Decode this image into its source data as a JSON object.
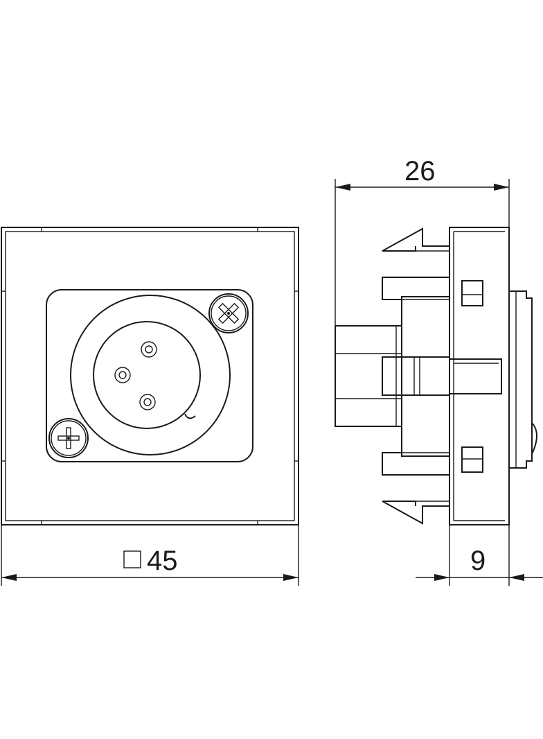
{
  "dimensions": {
    "front_width": {
      "symbol": "□",
      "value": "45"
    },
    "side_depth": {
      "value": "26"
    },
    "side_front_depth": {
      "value": "9"
    }
  },
  "colors": {
    "line": "#1a1a1a",
    "background": "#ffffff"
  }
}
